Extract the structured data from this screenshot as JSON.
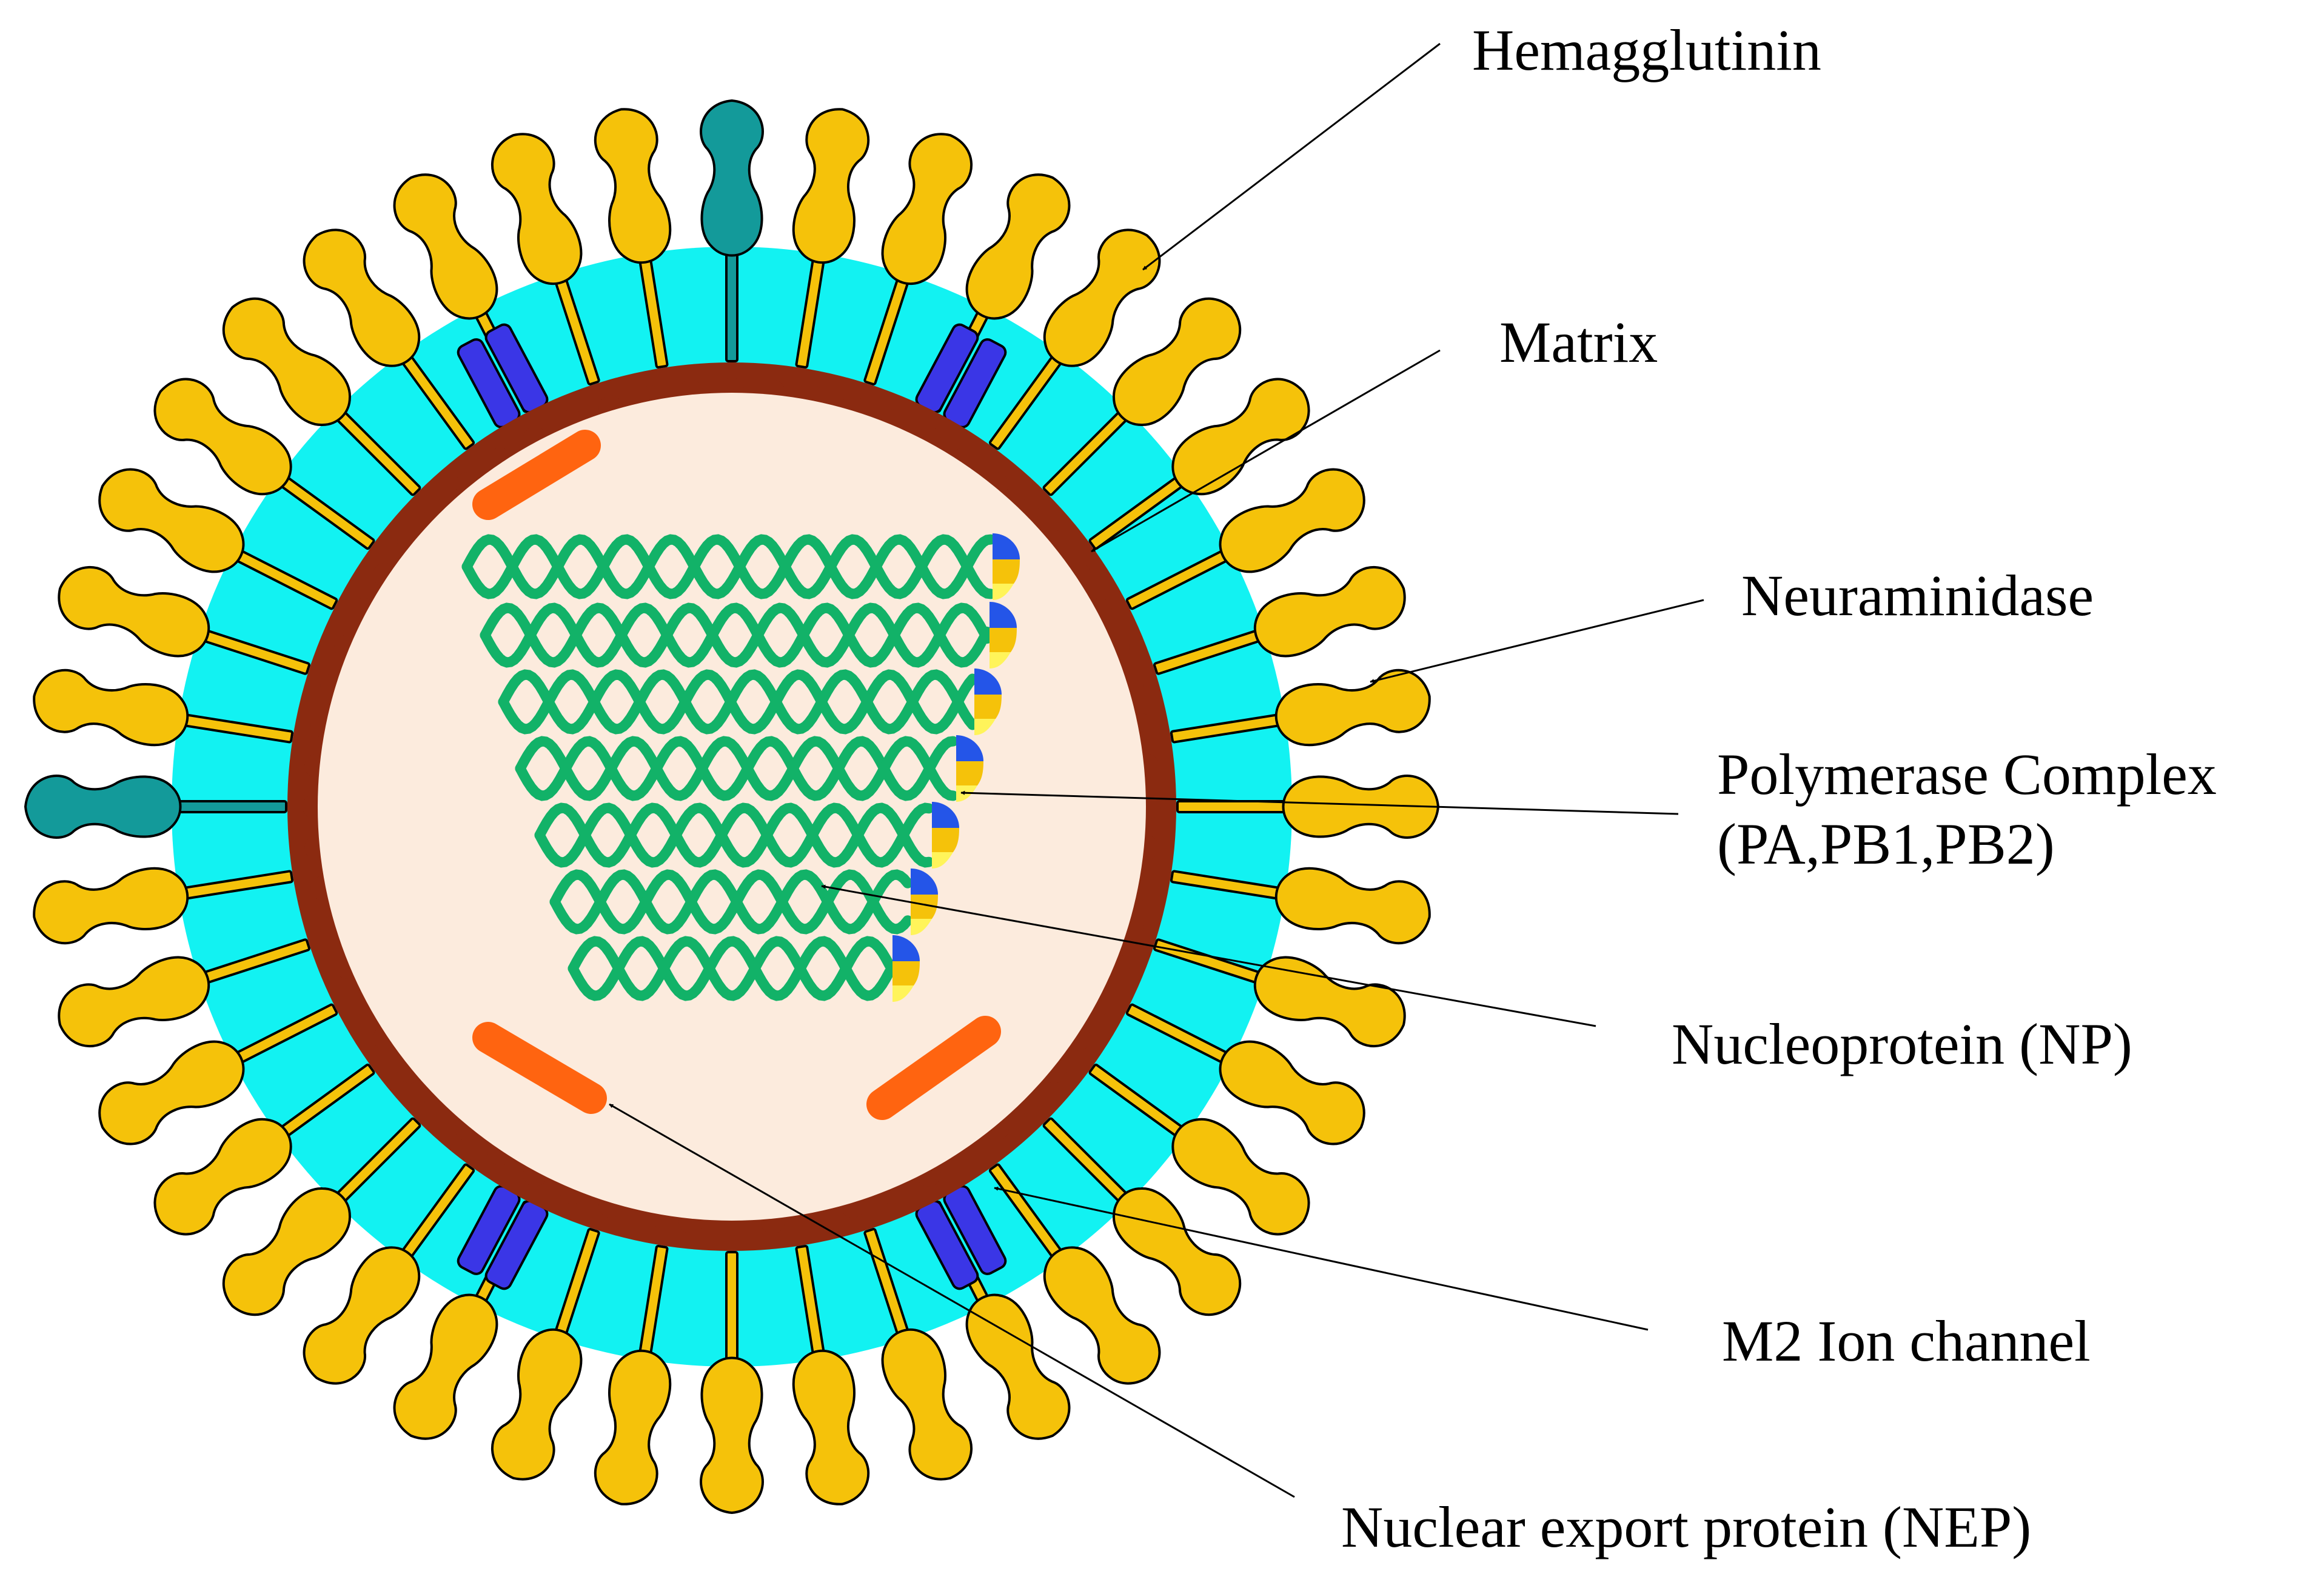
{
  "labels": {
    "hemagglutinin": "Hemagglutinin",
    "matrix": "Matrix",
    "neuraminidase": "Neuraminidase",
    "polymerase_line1": "Polymerase Complex",
    "polymerase_line2": "(PA,PB1,PB2)",
    "nucleoprotein": "Nucleoprotein (NP)",
    "m2": "M2 Ion channel",
    "nep": "Nuclear export protein (NEP)"
  },
  "colors": {
    "hemagglutinin": "#F5C20A",
    "neuraminidase": "#139A9A",
    "membrane": "#12F2F2",
    "matrix": "#8B2A10",
    "core": "#FCEBDD",
    "m2": "#3A36E6",
    "nucleoprotein": "#12B268",
    "nep": "#FF6410",
    "polymerase": [
      "#2455E8",
      "#F5C20A",
      "#FFF45A"
    ]
  },
  "icons": {
    "hemagglutinin": "hemagglutinin-spike-icon",
    "neuraminidase": "neuraminidase-spike-icon",
    "m2": "m2-ion-channel-icon",
    "polymerase": "polymerase-complex-icon",
    "nucleoprotein": "nucleoprotein-helix-icon",
    "nep": "nep-segment-icon"
  }
}
